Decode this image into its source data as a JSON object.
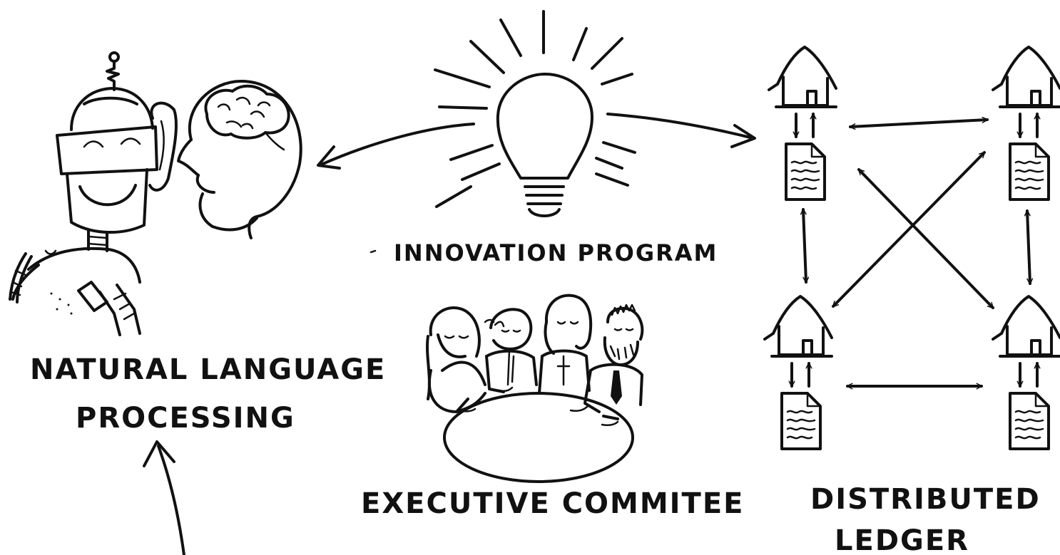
{
  "labels": {
    "nlp_line1": "NATURAL LANGUAGE",
    "nlp_line2": "PROCESSING",
    "innovation": "INNOVATION PROGRAM",
    "executive": "EXECUTIVE COMMITEE",
    "ledger_line1": "DISTRIBUTED",
    "ledger_line2": "LEDGER"
  }
}
